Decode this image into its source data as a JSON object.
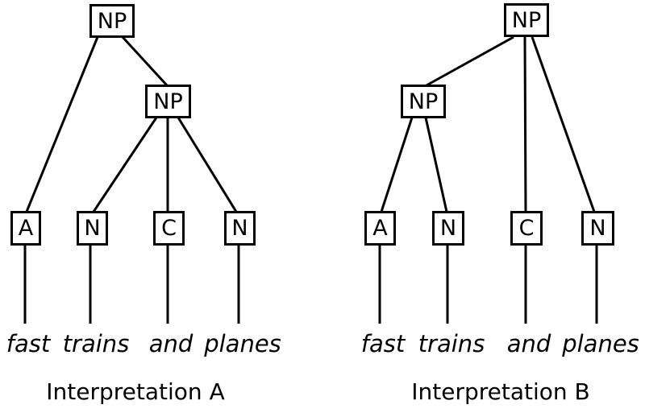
{
  "diagram": {
    "description": "Two constituency parse trees for the phrase shown",
    "colors": {
      "line": "#000000",
      "background": "#ffffff",
      "text": "#000000"
    },
    "trees": [
      {
        "caption": "Interpretation A",
        "nodes": {
          "root": "NP",
          "sub": "NP",
          "leaf1": "A",
          "leaf2": "N",
          "leaf3": "C",
          "leaf4": "N"
        },
        "words": {
          "word1": "fast",
          "word2": "trains",
          "word3": "and",
          "word4": "planes"
        }
      },
      {
        "caption": "Interpretation B",
        "nodes": {
          "root": "NP",
          "sub": "NP",
          "leaf1": "A",
          "leaf2": "N",
          "leaf3": "C",
          "leaf4": "N"
        },
        "words": {
          "word1": "fast",
          "word2": "trains",
          "word3": "and",
          "word4": "planes"
        }
      }
    ]
  }
}
